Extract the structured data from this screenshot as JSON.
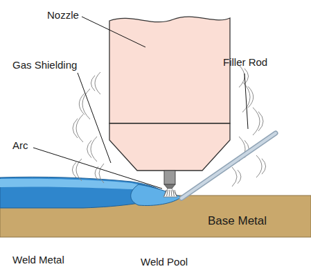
{
  "diagram": {
    "labels": [
      "Nozzle",
      "Gas Shielding",
      "Filler Rod",
      "Arc",
      "Base Metal",
      "Weld Metal",
      "Weld Pool"
    ]
  }
}
